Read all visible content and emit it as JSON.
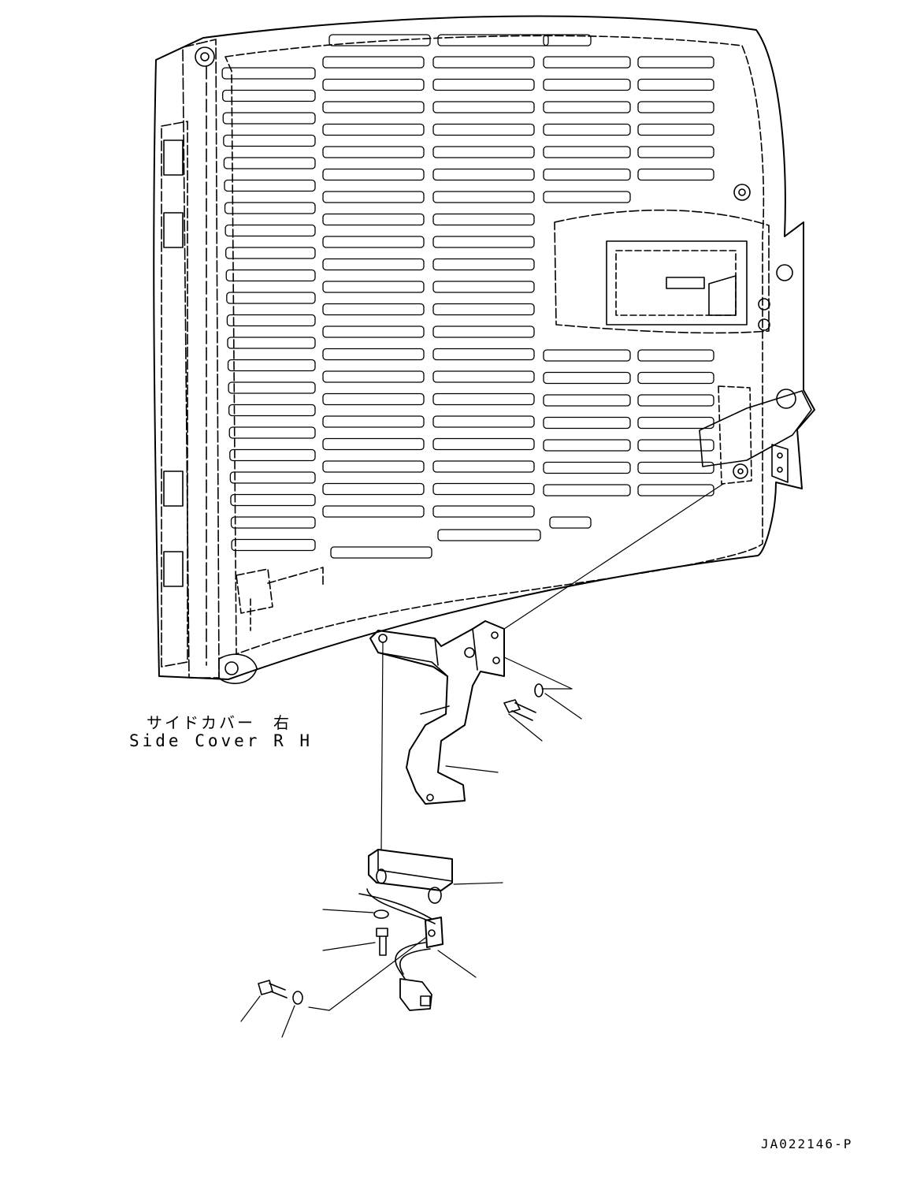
{
  "part_label": {
    "japanese": "サイドカバー　右",
    "english": "Side Cover R H"
  },
  "drawing_number": "JA022146-P"
}
